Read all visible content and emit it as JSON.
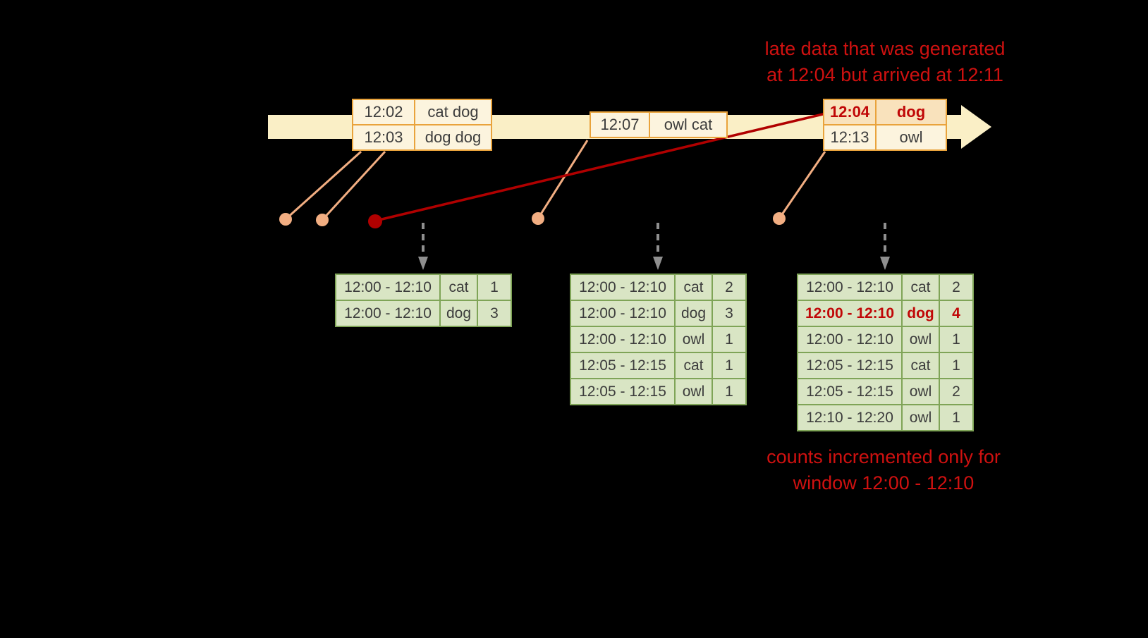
{
  "colors": {
    "background": "#000000",
    "timeline_band": "#FAEFC6",
    "event_border": "#E9A33C",
    "event_fill": "#FCF4DE",
    "late_event_fill": "#F9E2BC",
    "connector_salmon": "#F2AE82",
    "dark_red_line": "#B00000",
    "late_red": "#C00707",
    "annotation_red": "#CF1110",
    "table_border": "#7FA457",
    "table_fill": "#D9E5C4",
    "cell_text": "#3C3C3C",
    "trigger_arrow_gray": "#8F8F8F"
  },
  "annotations": {
    "late_data": {
      "line1": "late data that was generated",
      "line2": "at 12:04 but arrived at 12:11"
    },
    "counts": {
      "line1": "counts incremented only for",
      "line2": "window 12:00 - 12:10"
    }
  },
  "timeline": {
    "event_groups": [
      {
        "rows": [
          {
            "time": "12:02",
            "words": "cat dog"
          },
          {
            "time": "12:03",
            "words": "dog dog"
          }
        ]
      },
      {
        "rows": [
          {
            "time": "12:07",
            "words": "owl cat"
          }
        ]
      },
      {
        "rows": [
          {
            "time": "12:04",
            "words": "dog",
            "late": true
          },
          {
            "time": "12:13",
            "words": "owl"
          }
        ]
      }
    ]
  },
  "result_tables": [
    {
      "rows": [
        {
          "window": "12:00 - 12:10",
          "word": "cat",
          "count": "1"
        },
        {
          "window": "12:00 - 12:10",
          "word": "dog",
          "count": "3"
        }
      ]
    },
    {
      "rows": [
        {
          "window": "12:00 - 12:10",
          "word": "cat",
          "count": "2"
        },
        {
          "window": "12:00 - 12:10",
          "word": "dog",
          "count": "3"
        },
        {
          "window": "12:00 - 12:10",
          "word": "owl",
          "count": "1"
        },
        {
          "window": "12:05 - 12:15",
          "word": "cat",
          "count": "1"
        },
        {
          "window": "12:05 - 12:15",
          "word": "owl",
          "count": "1"
        }
      ]
    },
    {
      "rows": [
        {
          "window": "12:00 - 12:10",
          "word": "cat",
          "count": "2"
        },
        {
          "window": "12:00 - 12:10",
          "word": "dog",
          "count": "4",
          "late": true
        },
        {
          "window": "12:00 - 12:10",
          "word": "owl",
          "count": "1"
        },
        {
          "window": "12:05 - 12:15",
          "word": "cat",
          "count": "1"
        },
        {
          "window": "12:05 - 12:15",
          "word": "owl",
          "count": "2"
        },
        {
          "window": "12:10 - 12:20",
          "word": "owl",
          "count": "1"
        }
      ]
    }
  ]
}
